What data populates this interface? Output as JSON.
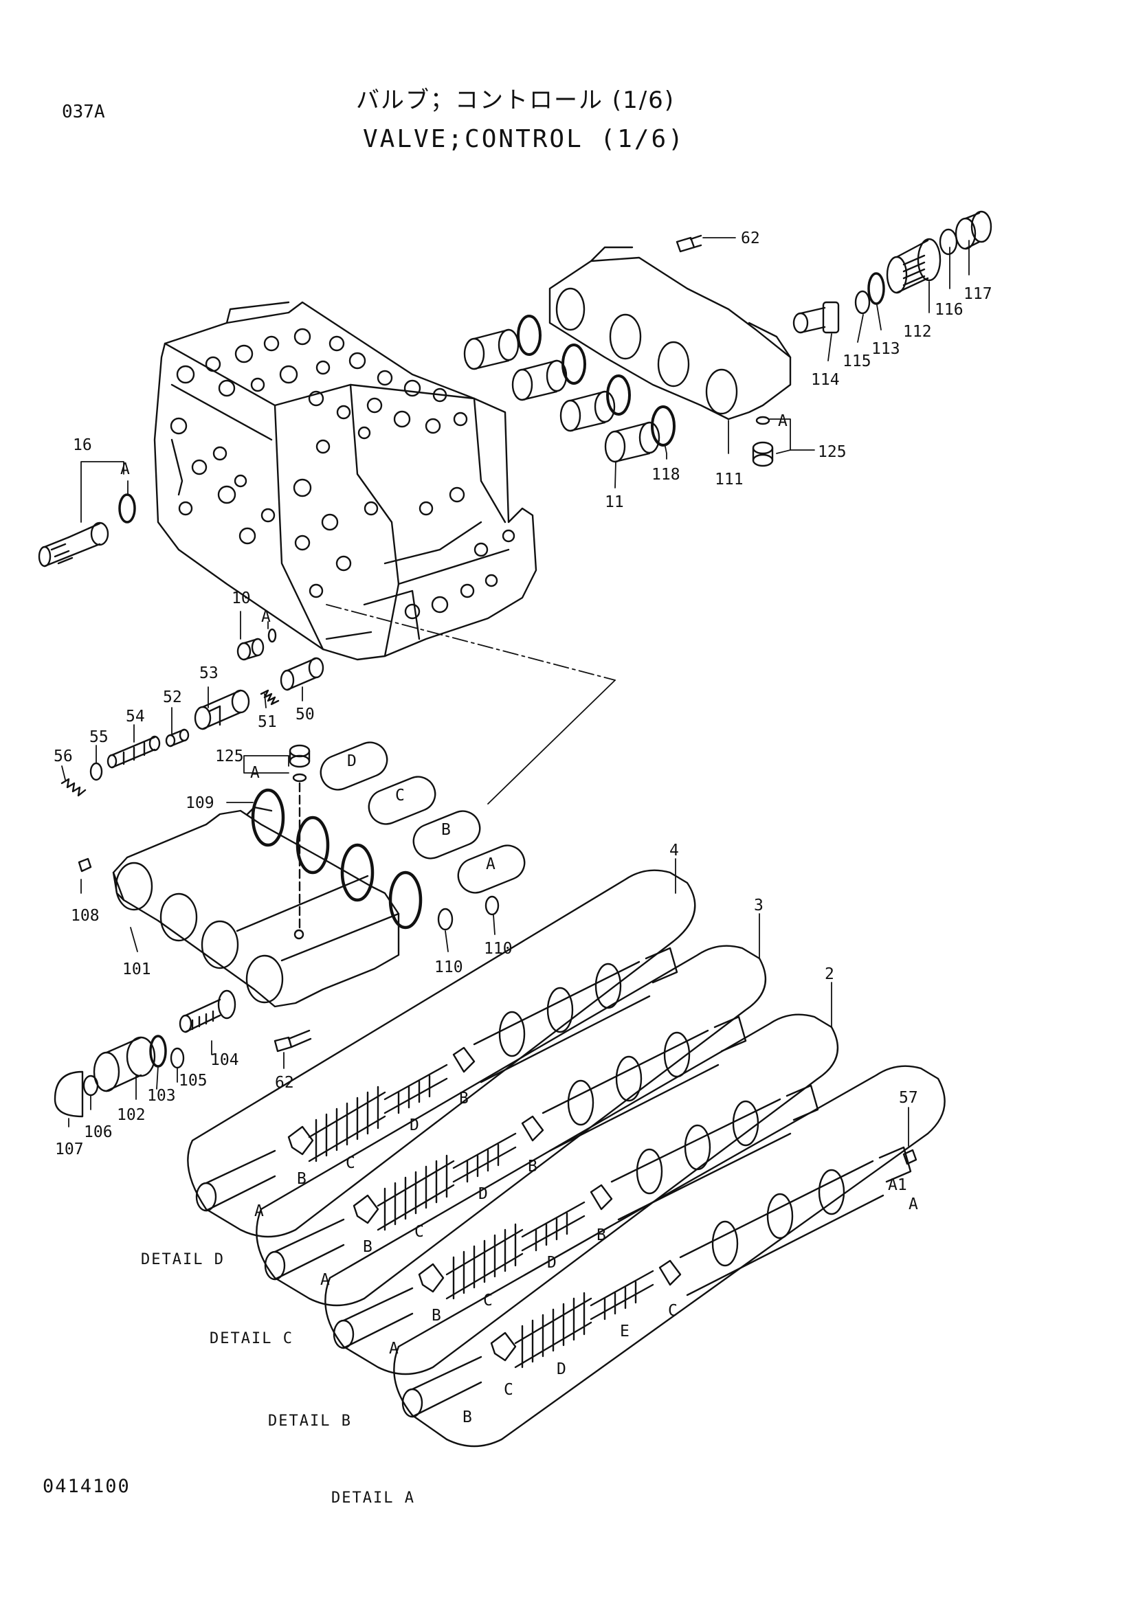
{
  "header": {
    "page_code": "037A",
    "title_jp": "バルブ；コントロール (1/6)",
    "title_en": "VALVE;CONTROL (1/6)"
  },
  "footer": {
    "figure_number": "0414100"
  },
  "callouts": [
    {
      "key": "c62a",
      "text": "62"
    },
    {
      "key": "c117",
      "text": "117"
    },
    {
      "key": "c116",
      "text": "116"
    },
    {
      "key": "c112",
      "text": "112"
    },
    {
      "key": "c113",
      "text": "113"
    },
    {
      "key": "c115",
      "text": "115"
    },
    {
      "key": "c114",
      "text": "114"
    },
    {
      "key": "cA1",
      "text": "A"
    },
    {
      "key": "c125a",
      "text": "125"
    },
    {
      "key": "c118",
      "text": "118"
    },
    {
      "key": "c111",
      "text": "111"
    },
    {
      "key": "c11",
      "text": "11"
    },
    {
      "key": "c16",
      "text": "16"
    },
    {
      "key": "cA2",
      "text": "A"
    },
    {
      "key": "c10",
      "text": "10"
    },
    {
      "key": "cA3",
      "text": "A"
    },
    {
      "key": "c53",
      "text": "53"
    },
    {
      "key": "c52",
      "text": "52"
    },
    {
      "key": "c54",
      "text": "54"
    },
    {
      "key": "c55",
      "text": "55"
    },
    {
      "key": "c56",
      "text": "56"
    },
    {
      "key": "c51",
      "text": "51"
    },
    {
      "key": "c50",
      "text": "50"
    },
    {
      "key": "c125b",
      "text": "125"
    },
    {
      "key": "cA4",
      "text": "A"
    },
    {
      "key": "c109",
      "text": "109"
    },
    {
      "key": "cD",
      "text": "D"
    },
    {
      "key": "cC",
      "text": "C"
    },
    {
      "key": "cB",
      "text": "B"
    },
    {
      "key": "cAcap",
      "text": "A"
    },
    {
      "key": "c108",
      "text": "108"
    },
    {
      "key": "c101",
      "text": "101"
    },
    {
      "key": "c110a",
      "text": "110"
    },
    {
      "key": "c110b",
      "text": "110"
    },
    {
      "key": "c104",
      "text": "104"
    },
    {
      "key": "c62b",
      "text": "62"
    },
    {
      "key": "c105",
      "text": "105"
    },
    {
      "key": "c103",
      "text": "103"
    },
    {
      "key": "c102",
      "text": "102"
    },
    {
      "key": "c106",
      "text": "106"
    },
    {
      "key": "c107",
      "text": "107"
    },
    {
      "key": "c4",
      "text": "4"
    },
    {
      "key": "c3",
      "text": "3"
    },
    {
      "key": "c2",
      "text": "2"
    },
    {
      "key": "c57",
      "text": "57"
    },
    {
      "key": "dD_D",
      "text": "D"
    },
    {
      "key": "dD_B1",
      "text": "B"
    },
    {
      "key": "dD_C",
      "text": "C"
    },
    {
      "key": "dD_B2",
      "text": "B"
    },
    {
      "key": "dD_A",
      "text": "A"
    },
    {
      "key": "dC_D",
      "text": "D"
    },
    {
      "key": "dC_B1",
      "text": "B"
    },
    {
      "key": "dC_C",
      "text": "C"
    },
    {
      "key": "dC_B2",
      "text": "B"
    },
    {
      "key": "dC_A",
      "text": "A"
    },
    {
      "key": "dB_D",
      "text": "D"
    },
    {
      "key": "dB_B1",
      "text": "B"
    },
    {
      "key": "dB_C",
      "text": "C"
    },
    {
      "key": "dB_B2",
      "text": "B"
    },
    {
      "key": "dB_A",
      "text": "A"
    },
    {
      "key": "dA_A1",
      "text": "A1"
    },
    {
      "key": "dA_A",
      "text": "A"
    },
    {
      "key": "dA_C1",
      "text": "C"
    },
    {
      "key": "dA_E",
      "text": "E"
    },
    {
      "key": "dA_D",
      "text": "D"
    },
    {
      "key": "dA_C2",
      "text": "C"
    },
    {
      "key": "dA_B",
      "text": "B"
    }
  ],
  "details": [
    {
      "key": "detD",
      "text": "DETAIL D"
    },
    {
      "key": "detC",
      "text": "DETAIL C"
    },
    {
      "key": "detB",
      "text": "DETAIL B"
    },
    {
      "key": "detA",
      "text": "DETAIL A"
    }
  ]
}
